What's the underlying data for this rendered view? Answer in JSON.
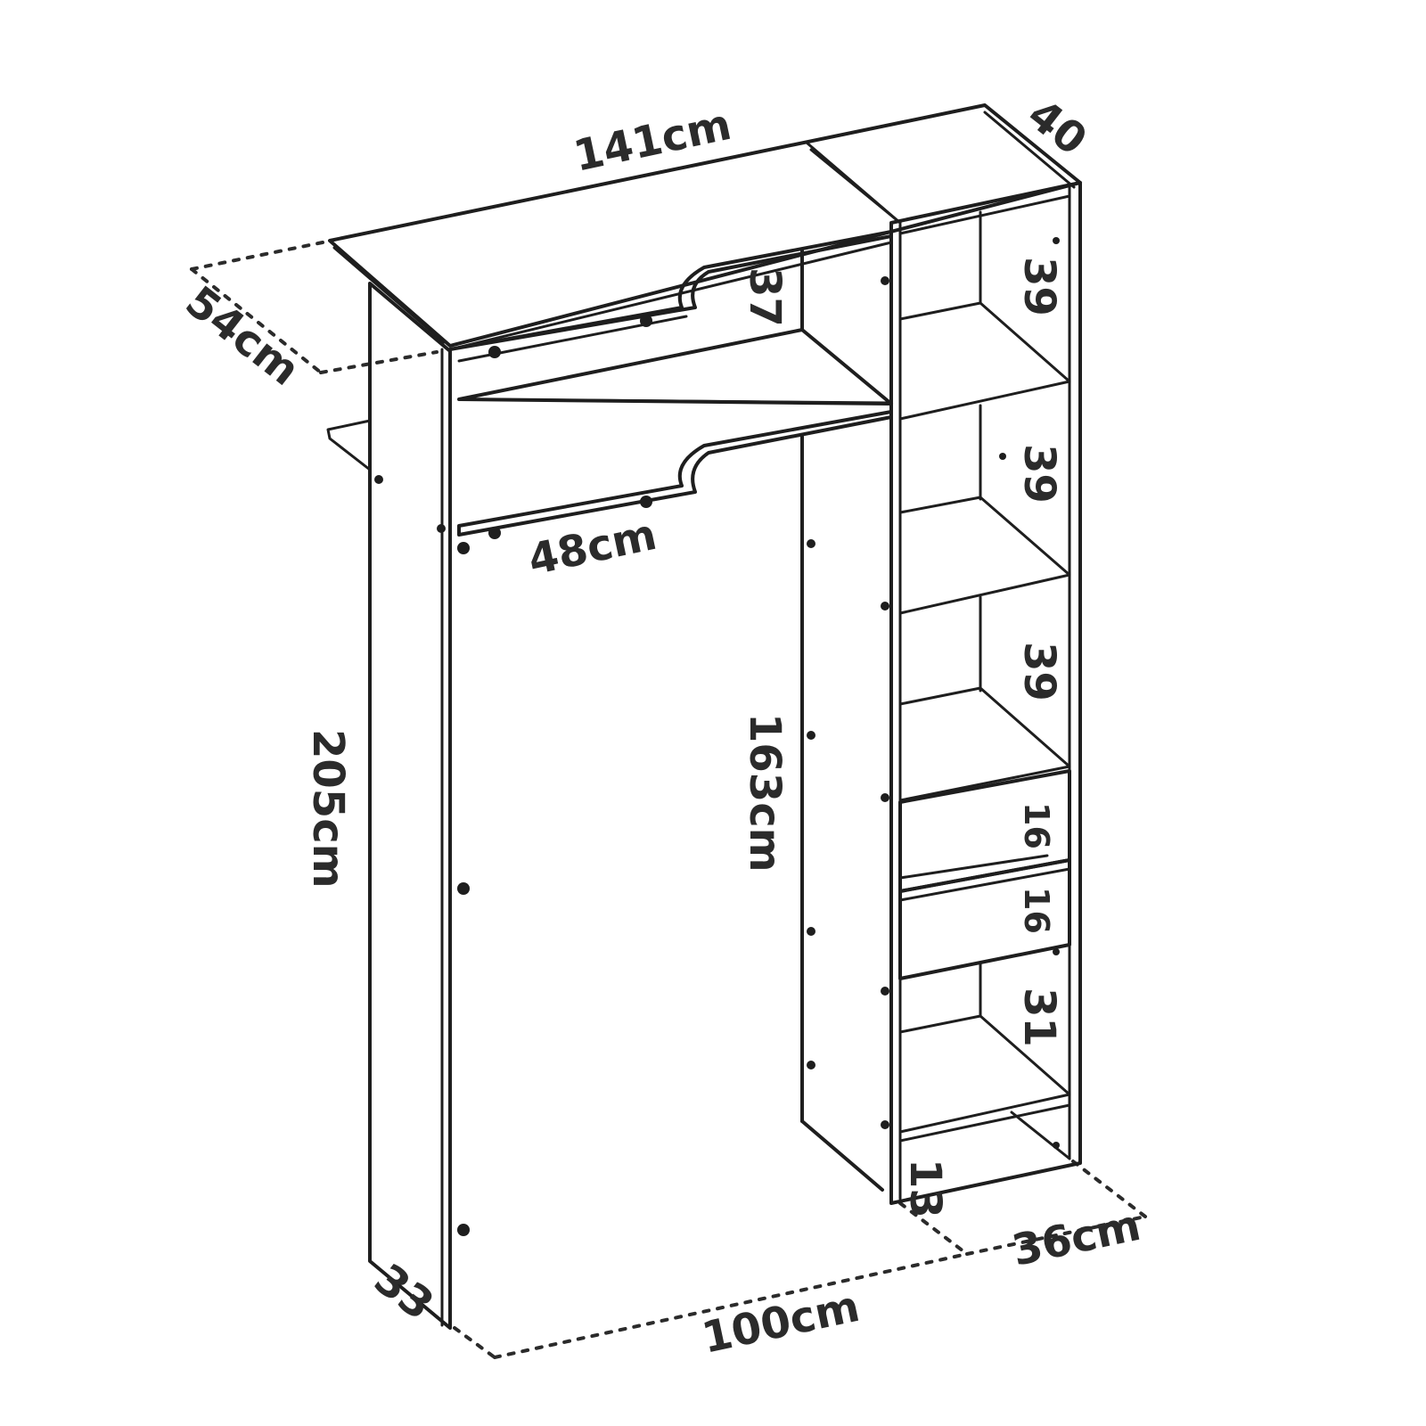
{
  "dimensions": {
    "total_width": "141cm",
    "top_depth": "54cm",
    "tower_top_depth": "40",
    "height": "205cm",
    "hanging_height": "163cm",
    "rail_width": "48cm",
    "upper_shelf_gap": "37",
    "bottom_width": "100cm",
    "tower_depth": "36cm",
    "side_depth": "33",
    "plinth": "13"
  },
  "tower_compartments": [
    "39",
    "39",
    "39",
    "16",
    "16",
    "31"
  ]
}
